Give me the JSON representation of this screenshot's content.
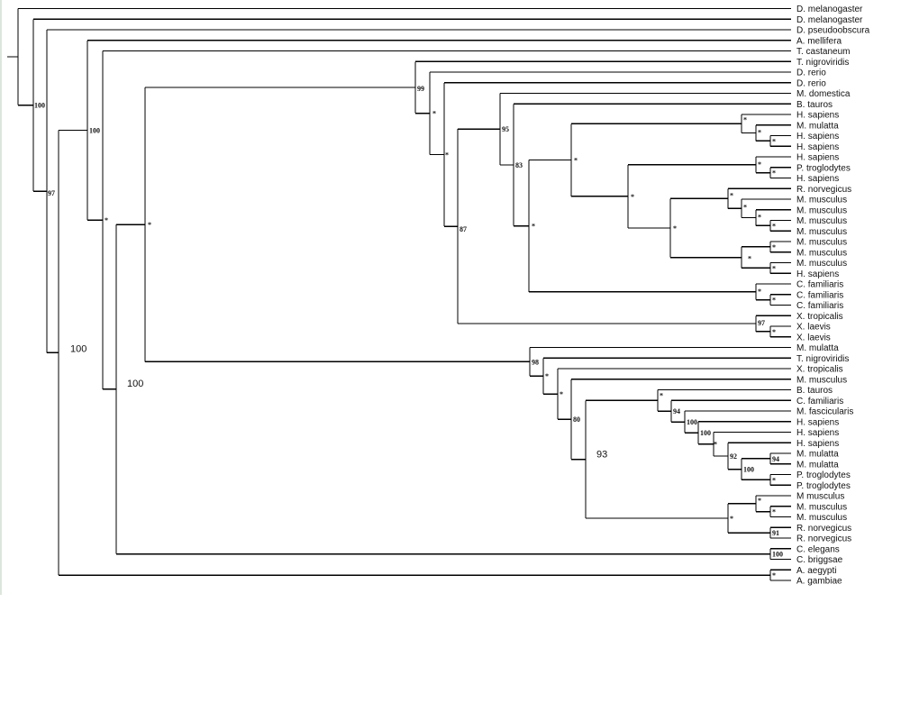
{
  "tree": {
    "taxa": [
      "D. melanogaster",
      "D. melanogaster",
      "D. pseudoobscura",
      "A. mellifera",
      "T. castaneum",
      "T. nigroviridis",
      "D. rerio",
      "D. rerio",
      "M. domestica",
      "B. tauros",
      "H. sapiens",
      "M. mulatta",
      "H. sapiens",
      "H. sapiens",
      "H. sapiens",
      "P. troglodytes",
      "H. sapiens",
      "R. norvegicus",
      "M. musculus",
      "M. musculus",
      "M. musculus",
      "M. musculus",
      "M. musculus",
      "M. musculus",
      "M. musculus",
      "H. sapiens",
      "C. familiaris",
      "C. familiaris",
      "C. familiaris",
      "X. tropicalis",
      "X. laevis",
      "X. laevis",
      "M. mulatta",
      "T. nigroviridis",
      "X. tropicalis",
      "M. musculus",
      "B. tauros",
      "C. familiaris",
      "M. fascicularis",
      "H. sapiens",
      "H. sapiens",
      "H. sapiens",
      "M. mulatta",
      "M. mulatta",
      "P. troglodytes",
      "P. troglodytes",
      "M musculus",
      "M. musculus",
      "M. musculus",
      "R. norvegicus",
      "R. norvegicus",
      "C. elegans",
      "C. briggsae",
      "A. aegypti",
      "A. gambiae"
    ],
    "support": {
      "n100a": "100",
      "n97": "97",
      "n100b": "100",
      "nstar_a": "*",
      "nstar_b": "*",
      "n99": "99",
      "nstar_c": "*",
      "nstar_d": "*",
      "n87": "87",
      "n95": "95",
      "n83": "83",
      "nstar_e": "*",
      "nstar_f": "*",
      "nstar_g": "*",
      "nstar_h": "*",
      "nstar_i": "*",
      "nstar_j": "*",
      "nstar_k": "*",
      "nstar_l": "*",
      "nstar_m": "*",
      "nstar_n": "*",
      "nstar_o": "*",
      "nstar_p": "*",
      "nstar_q": "*",
      "nstar_r": "*",
      "nstar_s": "*",
      "nstar_t": "*",
      "n97b": "97",
      "nstar_u": "*",
      "n100big_a": "100",
      "n100big_b": "100",
      "n98": "98",
      "nstar_v": "*",
      "nstar_w": "*",
      "n80": "80",
      "n93": "93",
      "nstar_x": "*",
      "n94": "94",
      "n100c": "100",
      "n100d": "100",
      "nstar_y": "*",
      "n92": "92",
      "n94b": "94",
      "n100e": "100",
      "nstar_z": "*",
      "nstar_aa": "*",
      "nstar_ab": "*",
      "nstar_ac": "*",
      "n91": "91",
      "n100f": "100",
      "nstar_ad": "*"
    }
  }
}
